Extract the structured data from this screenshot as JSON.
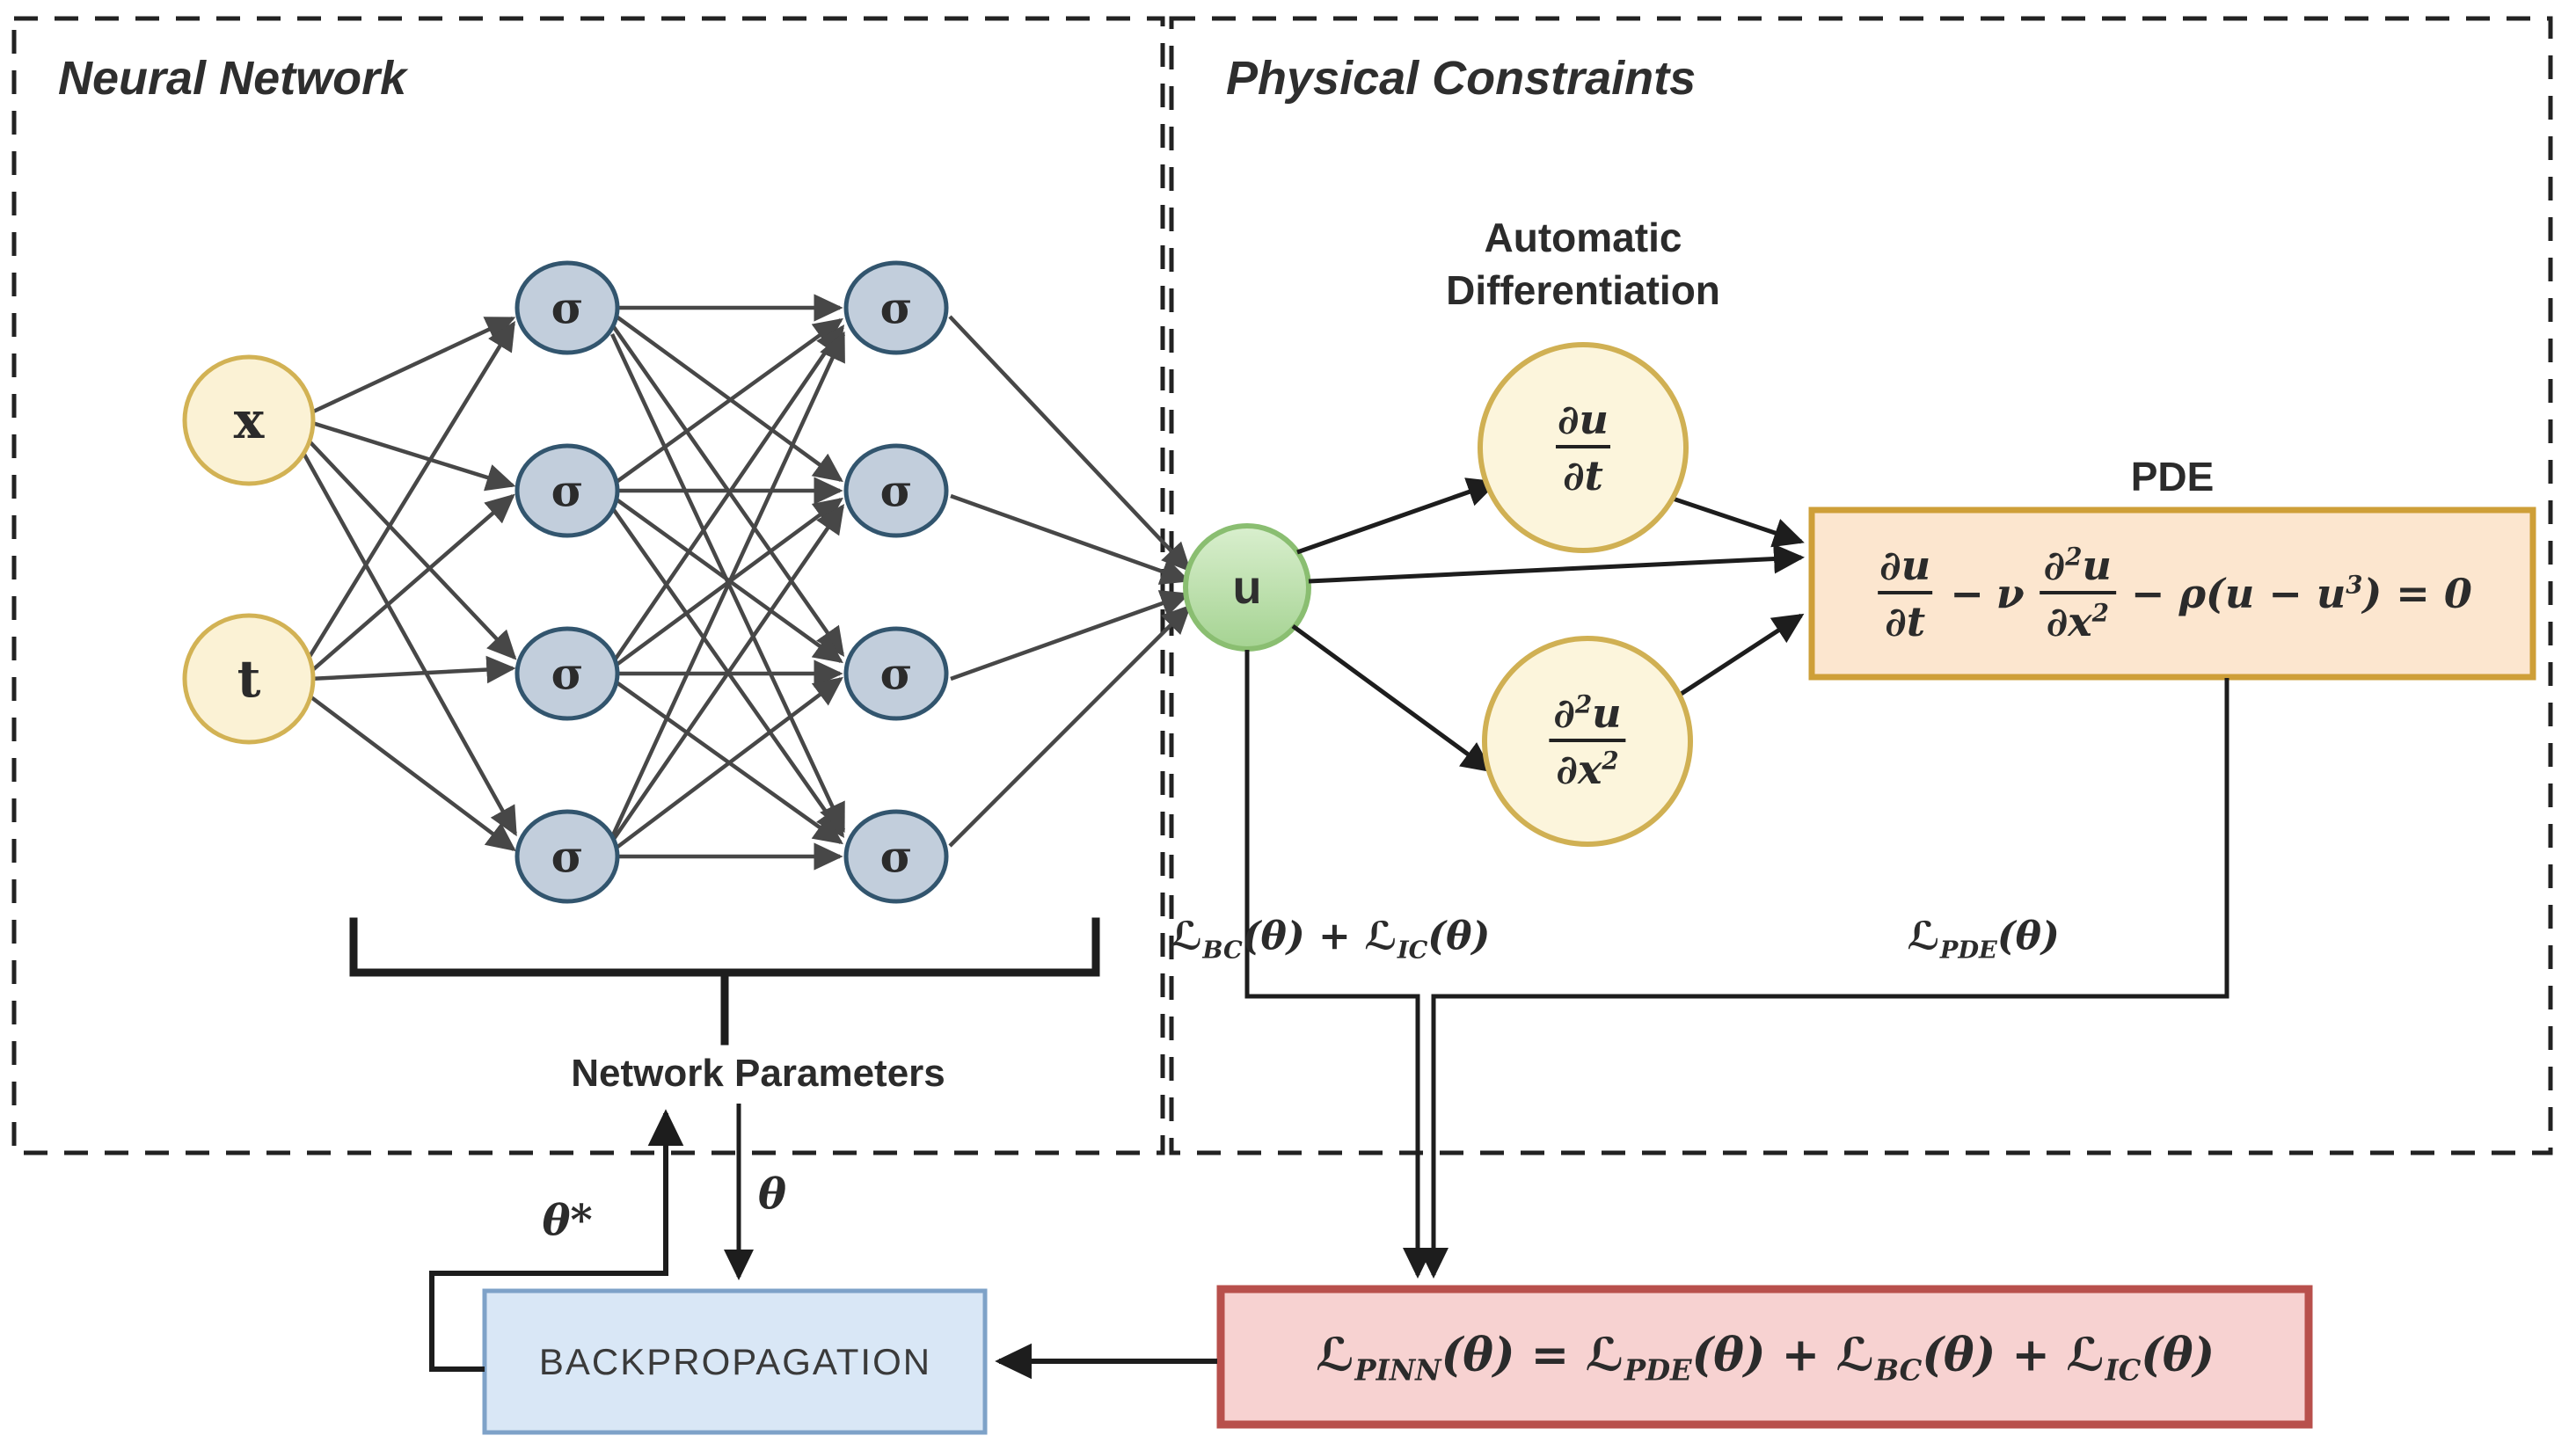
{
  "titles": {
    "neural_network": "Neural Network",
    "physical_constraints": "Physical Constraints"
  },
  "network": {
    "input1": "x",
    "input2": "t",
    "hidden": "σ",
    "output": "u",
    "params_label": "Network Parameters",
    "theta_down": "θ",
    "theta_up": "θ*"
  },
  "autodiff": {
    "line1": "Automatic",
    "line2": "Differentiation",
    "ddt": {
      "num": "∂u",
      "den": "∂t"
    },
    "d2dx2": {
      "num": "∂^2^u",
      "den": "∂x^2^"
    }
  },
  "pde": {
    "label": "PDE",
    "eq": {
      "f1": {
        "num": "∂u",
        "den": "∂t"
      },
      "op1": "−",
      "coef": "ν",
      "f2": {
        "num": "∂^2^u",
        "den": "∂x^2^"
      },
      "tail": "− ρ(u − u^3^) = 0"
    }
  },
  "losses": {
    "bc_ic": "ℒ~BC~(θ) + ℒ~IC~(θ)",
    "pde": "ℒ~PDE~(θ)",
    "total": "ℒ~PINN~(θ) = ℒ~PDE~(θ) + ℒ~BC~(θ) + ℒ~IC~(θ)"
  },
  "backprop": {
    "label": "BACKPROPAGATION"
  },
  "colors": {
    "c-bg": "#ffffff",
    "c-text": "#2b2b2b",
    "c-line": "#474747",
    "c-dark": "#1d1d1d",
    "c-dash": "#222222",
    "c-input-fill": "#fbf2d5",
    "c-input-stroke": "#d2b254",
    "c-sigma-fill": "#c2cedc",
    "c-sigma-stroke": "#32556e",
    "c-u-top": "#d9efce",
    "c-u-bottom": "#a5d392",
    "c-u-stroke": "#8abe71",
    "c-deriv-fill": "#fcf5dc",
    "c-deriv-stroke": "#d0b053",
    "c-pde-fill": "#fce6cf",
    "c-pde-stroke": "#ce9f38",
    "c-loss-fill": "#f7d2d1",
    "c-loss-stroke": "#b8504c",
    "c-bp-fill": "#d9e7f6",
    "c-bp-stroke": "#7ea2c8"
  }
}
